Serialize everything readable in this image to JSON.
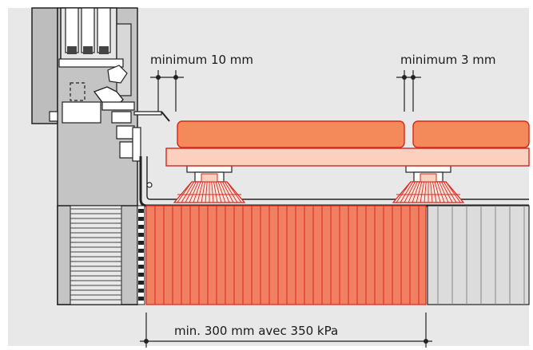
{
  "labels": {
    "min_10": "minimum 10 mm",
    "min_3": "minimum 3 mm",
    "width": "min. 300 mm avec 350 kPa"
  },
  "colors": {
    "background": "#e8e8e8",
    "tile_fill": "#f4895a",
    "tile_stroke": "#d7261e",
    "support_fill": "#fbd0bf",
    "insulation_fill": "#f08061",
    "gray_block": "#c8c8c8",
    "line": "#222222"
  }
}
